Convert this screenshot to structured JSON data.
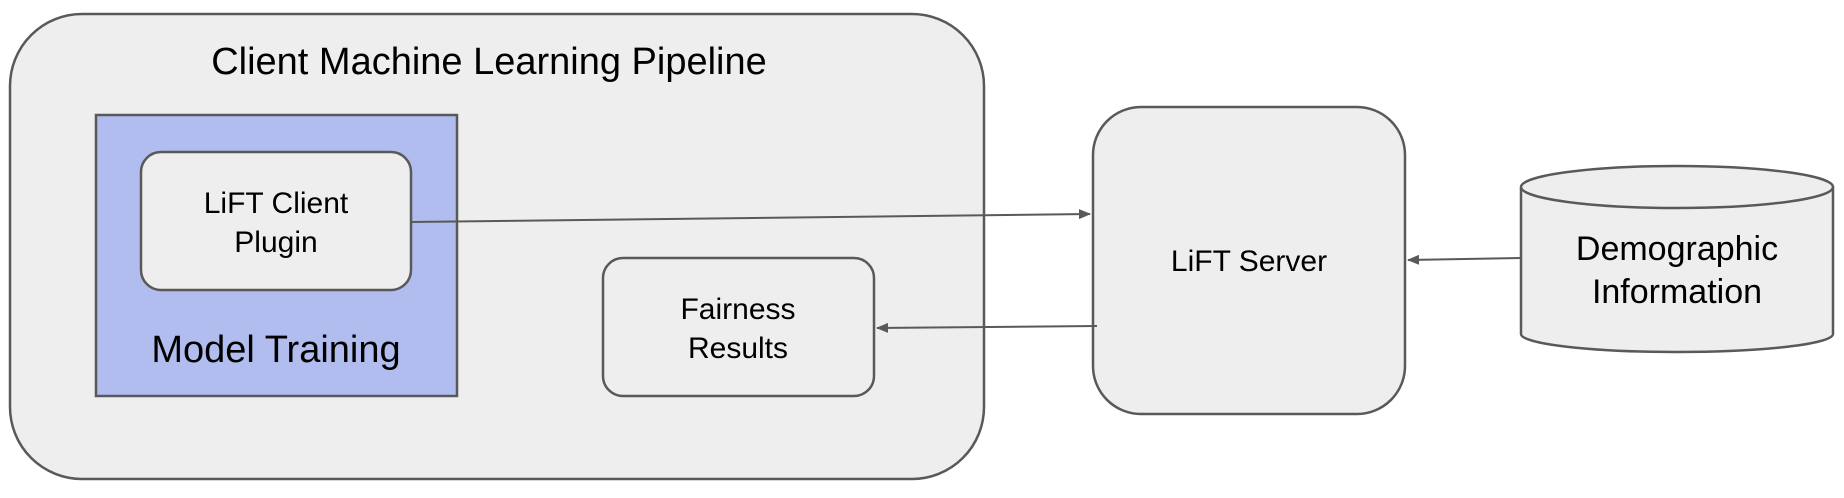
{
  "diagram": {
    "pipeline": {
      "title": "Client Machine Learning Pipeline"
    },
    "model_training": {
      "label": "Model Training",
      "fill_color": "#b1bdef"
    },
    "client_plugin": {
      "label_line1": "LiFT Client",
      "label_line2": "Plugin"
    },
    "fairness_results": {
      "label_line1": "Fairness",
      "label_line2": "Results"
    },
    "server": {
      "label": "LiFT Server"
    },
    "demographic_db": {
      "label_line1": "Demographic",
      "label_line2": "Information"
    },
    "colors": {
      "box_fill": "#eeeeee",
      "stroke": "#595959",
      "arrow": "#595959"
    },
    "edges": [
      {
        "from": "LiFT Client Plugin",
        "to": "LiFT Server"
      },
      {
        "from": "Demographic Information",
        "to": "LiFT Server"
      },
      {
        "from": "LiFT Server",
        "to": "Fairness Results"
      }
    ]
  }
}
